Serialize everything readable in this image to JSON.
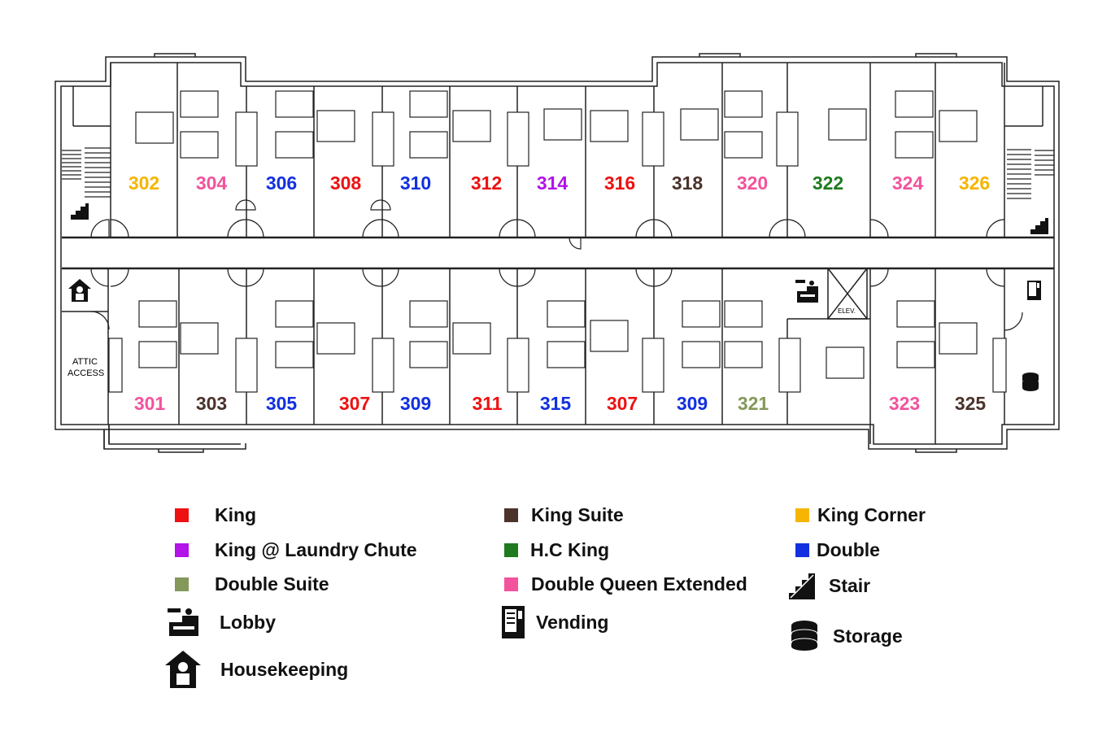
{
  "colors": {
    "king": "#ee1111",
    "king_laundry": "#b312e8",
    "double_suite": "#84985a",
    "king_suite": "#4b332b",
    "hc_king": "#1e7a1e",
    "double_queen_ext": "#f2539c",
    "king_corner": "#f5b500",
    "double": "#1230e0"
  },
  "rooms_top": [
    {
      "num": "302",
      "type": "king_corner"
    },
    {
      "num": "304",
      "type": "double_queen_ext"
    },
    {
      "num": "306",
      "type": "double"
    },
    {
      "num": "308",
      "type": "king"
    },
    {
      "num": "310",
      "type": "double"
    },
    {
      "num": "312",
      "type": "king"
    },
    {
      "num": "314",
      "type": "king_laundry"
    },
    {
      "num": "316",
      "type": "king"
    },
    {
      "num": "318",
      "type": "king_suite"
    },
    {
      "num": "320",
      "type": "double_queen_ext"
    },
    {
      "num": "322",
      "type": "hc_king"
    },
    {
      "num": "324",
      "type": "double_queen_ext"
    },
    {
      "num": "326",
      "type": "king_corner"
    }
  ],
  "rooms_bottom": [
    {
      "num": "301",
      "type": "double_queen_ext"
    },
    {
      "num": "303",
      "type": "king_suite"
    },
    {
      "num": "305",
      "type": "double"
    },
    {
      "num": "307",
      "type": "king"
    },
    {
      "num": "309",
      "type": "double"
    },
    {
      "num": "311",
      "type": "king"
    },
    {
      "num": "315",
      "type": "double"
    },
    {
      "num": "307",
      "type": "king"
    },
    {
      "num": "309",
      "type": "double"
    },
    {
      "num": "321",
      "type": "double_suite"
    },
    {
      "num": "323",
      "type": "double_queen_ext"
    },
    {
      "num": "325",
      "type": "king_suite"
    }
  ],
  "labels": {
    "attic_line1": "ATTIC",
    "attic_line2": "ACCESS",
    "elevator": "ELEV."
  },
  "legend": {
    "king": "King",
    "king_laundry": "King @ Laundry Chute",
    "double_suite": "Double Suite",
    "lobby": "Lobby",
    "housekeeping": "Housekeeping",
    "king_suite": "King Suite",
    "hc_king": "H.C King",
    "double_queen_ext": "Double Queen Extended",
    "vending": "Vending",
    "king_corner": "King Corner",
    "double": "Double",
    "stair": "Stair",
    "storage": "Storage"
  },
  "icons": [
    "stair-icon",
    "housekeeping-icon",
    "lobby-icon",
    "vending-icon",
    "storage-icon",
    "elevator-icon"
  ]
}
